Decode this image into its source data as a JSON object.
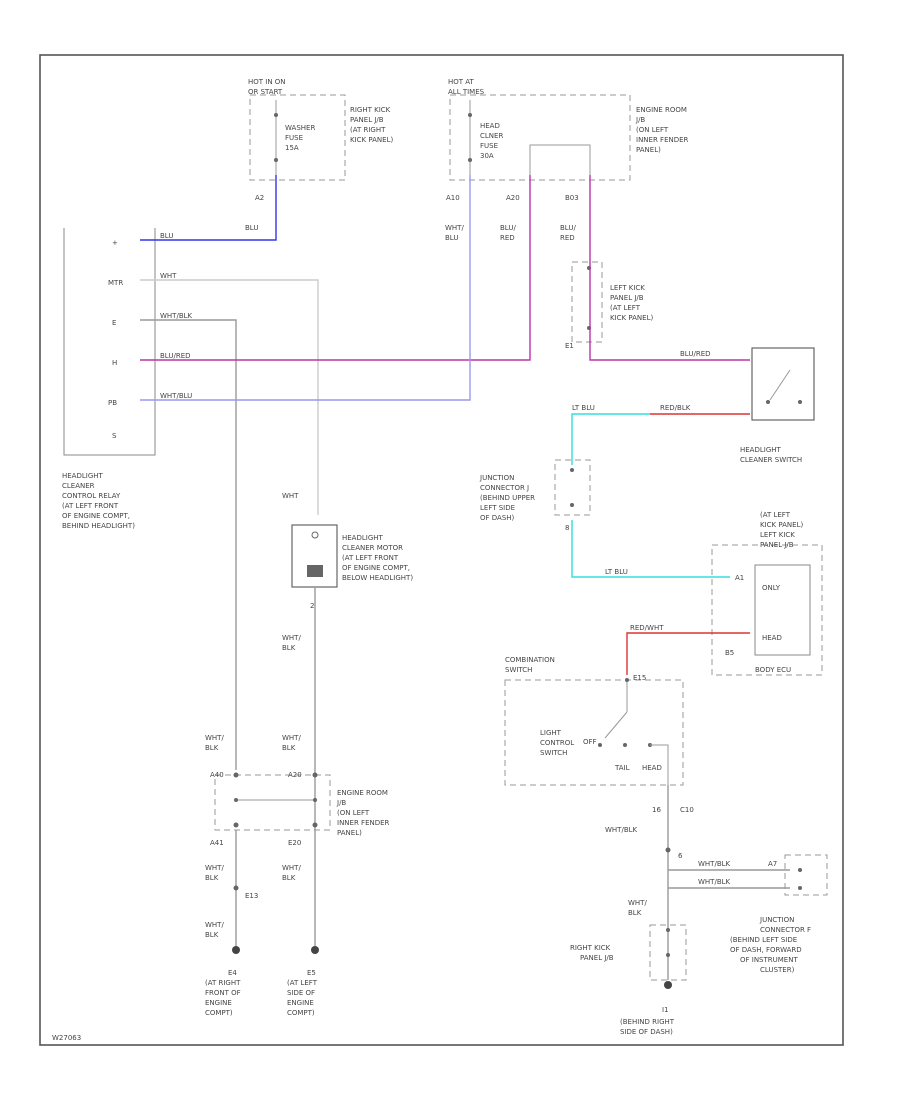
{
  "colors": {
    "frame": "#555555",
    "blu": "#3333ee",
    "wht_blu": "#9999ee",
    "blu_red": "#bb33aa",
    "wht": "#cccccc",
    "wht_blk": "#999999",
    "lt_blu": "#33dddd",
    "red_wht": "#dd3333"
  },
  "labels": {
    "hot_in_on": "HOT IN ON",
    "hot_in_on_2": "OR START",
    "washer_fuse_1": "WASHER",
    "washer_fuse_2": "FUSE",
    "washer_fuse_3": "15A",
    "rkp_jb_1": "RIGHT KICK",
    "rkp_jb_2": "PANEL J/B",
    "rkp_jb_3": "(AT RIGHT",
    "rkp_jb_4": "KICK PANEL)",
    "hot_at": "HOT AT",
    "hot_at_2": "ALL TIMES",
    "head_fuse_1": "HEAD",
    "head_fuse_2": "CLNER",
    "head_fuse_3": "FUSE",
    "head_fuse_4": "30A",
    "erjb_1": "ENGINE ROOM",
    "erjb_2": "J/B",
    "erjb_3": "(ON LEFT",
    "erjb_4": "INNER FENDER",
    "erjb_5": "PANEL)",
    "pin_a2": "A2",
    "pin_a10": "A10",
    "pin_a20": "A20",
    "pin_b03": "B03",
    "wire_blu_top": "BLU",
    "wire_wht_blu_top_1": "WHT/",
    "wire_wht_blu_top_2": "BLU",
    "wire_blu_red_top_1": "BLU/",
    "wire_blu_red_top_2": "RED",
    "wire_blu_red_top3_1": "BLU/",
    "wire_blu_red_top3_2": "RED",
    "lkp_jb_1": "LEFT KICK",
    "lkp_jb_2": "PANEL J/B",
    "lkp_jb_3": "(AT LEFT",
    "lkp_jb_4": "KICK PANEL)",
    "pin_e1": "E1",
    "relay_pin_plus": "+",
    "relay_pin_mtr": "MTR",
    "relay_pin_e": "E",
    "relay_pin_h": "H",
    "relay_pin_pb": "PB",
    "relay_pin_s": "S",
    "relay_wire_blu": "BLU",
    "relay_wire_wht": "WHT",
    "relay_wire_wht_blk": "WHT/BLK",
    "relay_wire_blu_red": "BLU/RED",
    "relay_wire_wht_blu": "WHT/BLU",
    "relay_1": "HEADLIGHT",
    "relay_2": "CLEANER",
    "relay_3": "CONTROL RELAY",
    "relay_4": "(AT LEFT FRONT",
    "relay_5": "OF ENGINE COMPT,",
    "relay_6": "BEHIND HEADLIGHT)",
    "sw_wire_blu_red": "BLU/RED",
    "sw_wire_lt_blu": "LT BLU",
    "sw_wire_red_blk": "RED/BLK",
    "hcs_1": "HEADLIGHT",
    "hcs_2": "CLEANER SWITCH",
    "jc1_1": "JUNCTION",
    "jc1_2": "CONNECTOR J",
    "jc1_3": "(BEHIND UPPER",
    "jc1_4": "LEFT SIDE",
    "jc1_5": "OF DASH)",
    "jc1_pin": "8",
    "motor_wire_wht": "WHT",
    "motor_1": "HEADLIGHT",
    "motor_2": "CLEANER MOTOR",
    "motor_3": "(AT LEFT FRONT",
    "motor_4": "OF ENGINE COMPT,",
    "motor_5": "BELOW HEADLIGHT)",
    "motor_pin": "2",
    "motor_wire_wht_blk_1": "WHT/",
    "motor_wire_wht_blk_2": "BLK",
    "lkp2_1": "(AT LEFT",
    "lkp2_2": "KICK PANEL)",
    "lkp2_3": "LEFT KICK",
    "lkp2_4": "PANEL J/B",
    "wire_lt_blu_lower": "LT BLU",
    "pin_a1": "A1",
    "pin_b5": "B5",
    "relay_only": "ONLY",
    "relay_head": "HEAD",
    "wire_red_wht": "RED/WHT",
    "body_ecu": "BODY ECU",
    "cs_1": "COMBINATION",
    "cs_2": "SWITCH",
    "cs_pin": "E15",
    "lcs_1": "LIGHT",
    "lcs_2": "CONTROL",
    "lcs_3": "SWITCH",
    "lcs_off": "OFF",
    "lcs_tail": "TAIL",
    "lcs_head": "HEAD",
    "g_wire_1a": "WHT/",
    "g_wire_1b": "BLK",
    "g_wire_2a": "WHT/",
    "g_wire_2b": "BLK",
    "pin_a40": "A40",
    "pin_a20b": "A20",
    "er2_1": "ENGINE ROOM",
    "er2_2": "J/B",
    "er2_3": "(ON LEFT",
    "er2_4": "INNER FENDER",
    "er2_5": "PANEL)",
    "pin_a41": "A41",
    "pin_e20": "E20",
    "g_wire_3a": "WHT/",
    "g_wire_3b": "BLK",
    "g_wire_4a": "WHT/",
    "g_wire_4b": "BLK",
    "pin_e13": "E13",
    "g_wire_5a": "WHT/",
    "g_wire_5b": "BLK",
    "ground_e4": "E4",
    "ground_e4_1": "(AT RIGHT",
    "ground_e4_2": "FRONT OF",
    "ground_e4_3": "ENGINE",
    "ground_e4_4": "COMPT)",
    "ground_e5": "E5",
    "ground_e5_1": "(AT LEFT",
    "ground_e5_2": "SIDE OF",
    "ground_e5_3": "ENGINE",
    "ground_e5_4": "COMPT)",
    "pin_16": "16",
    "pin_c10": "C10",
    "wire_wht_blk_r": "WHT/BLK",
    "pin_6": "6",
    "wire_wht_blk_r2": "WHT/BLK",
    "wire_wht_blk_r3": "WHT/BLK",
    "pin_a7": "A7",
    "jc2_1": "JUNCTION",
    "jc2_2": "CONNECTOR F",
    "jc2_3": "(BEHIND LEFT SIDE",
    "jc2_4": "OF DASH, FORWARD",
    "jc2_5": "OF INSTRUMENT",
    "jc2_6": "CLUSTER)",
    "g_wire_6a": "WHT/",
    "g_wire_6b": "BLK",
    "rkp2_1": "RIGHT KICK",
    "rkp2_2": "PANEL J/B",
    "ground_i": "I1",
    "ground_i_1": "(BEHIND RIGHT",
    "ground_i_2": "SIDE OF DASH)",
    "code": "W27063"
  }
}
